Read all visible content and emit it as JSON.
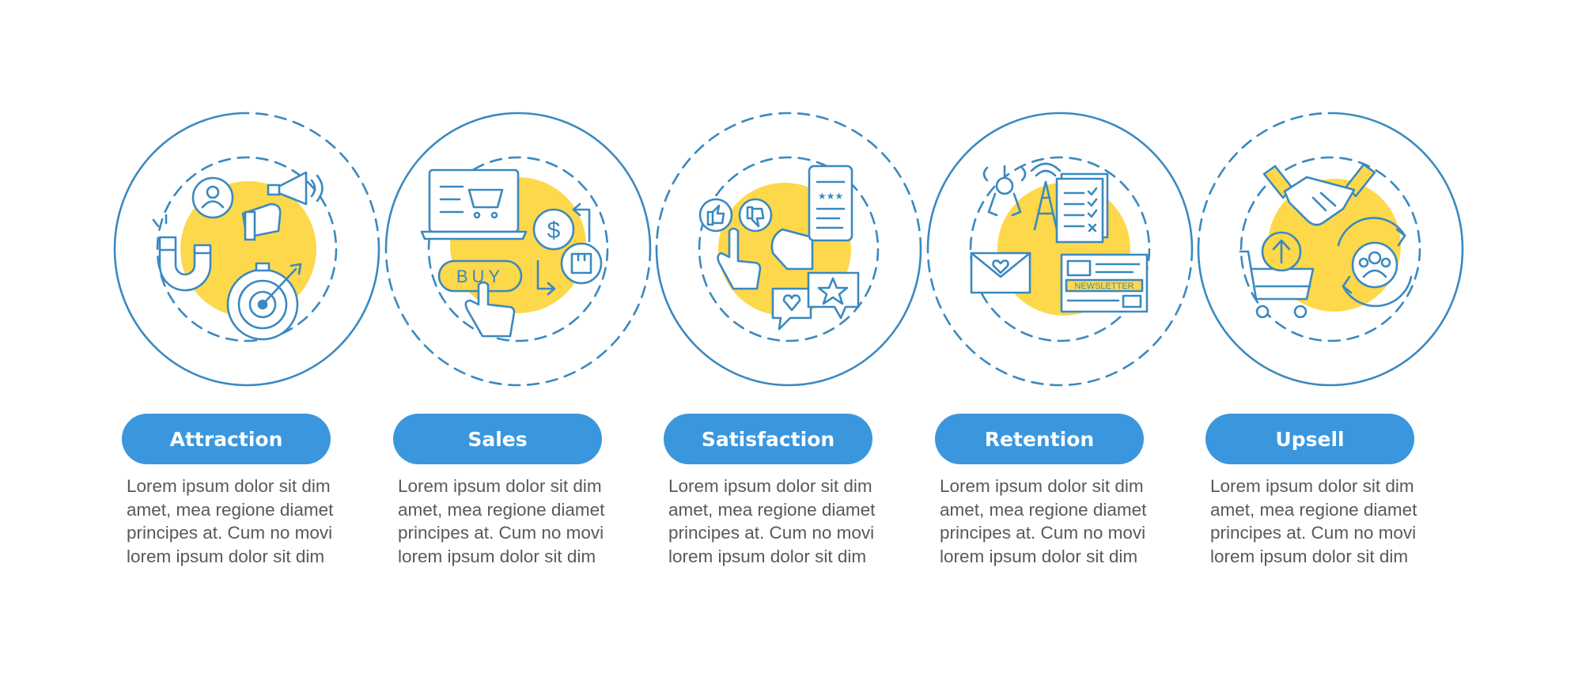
{
  "colors": {
    "ring": "#3a89c0",
    "accent": "#fdd84a",
    "pill": "#3a97dd",
    "pill_text": "#ffffff",
    "body_text": "#595959"
  },
  "steps": [
    {
      "label": "Attraction",
      "icons": [
        "user-avatar-icon",
        "megaphone-icon",
        "magnet-icon",
        "stopwatch-target-icon"
      ],
      "desc": [
        "Lorem ipsum dolor sit dim",
        "amet, mea regione diamet",
        "principes at. Cum no movi",
        "lorem ipsum dolor sit dim"
      ]
    },
    {
      "label": "Sales",
      "buy_text": "BUY",
      "icons": [
        "laptop-cart-icon",
        "dollar-coin-icon",
        "buy-button-icon",
        "pointing-hand-icon",
        "package-icon"
      ],
      "desc": [
        "Lorem ipsum dolor sit dim",
        "amet, mea regione diamet",
        "principes at. Cum no movi",
        "lorem ipsum dolor sit dim"
      ]
    },
    {
      "label": "Satisfaction",
      "icons": [
        "thumbs-up-icon",
        "thumbs-down-icon",
        "phone-rating-icon",
        "chat-heart-icon",
        "chat-star-icon"
      ],
      "desc": [
        "Lorem ipsum dolor sit dim",
        "amet, mea regione diamet",
        "principes at. Cum no movi",
        "lorem ipsum dolor sit dim"
      ]
    },
    {
      "label": "Retention",
      "newsletter_text": "NEWSLETTER",
      "icons": [
        "robot-arm-icon",
        "antenna-tower-icon",
        "checklist-icon",
        "envelope-heart-icon",
        "newsletter-icon"
      ],
      "desc": [
        "Lorem ipsum dolor sit dim",
        "amet, mea regione diamet",
        "principes at. Cum no movi",
        "lorem ipsum dolor sit dim"
      ]
    },
    {
      "label": "Upsell",
      "icons": [
        "handshake-icon",
        "shopping-cart-up-icon",
        "customer-group-cycle-icon"
      ],
      "desc": [
        "Lorem ipsum dolor sit dim",
        "amet, mea regione diamet",
        "principes at. Cum no movi",
        "lorem ipsum dolor sit dim"
      ]
    }
  ]
}
